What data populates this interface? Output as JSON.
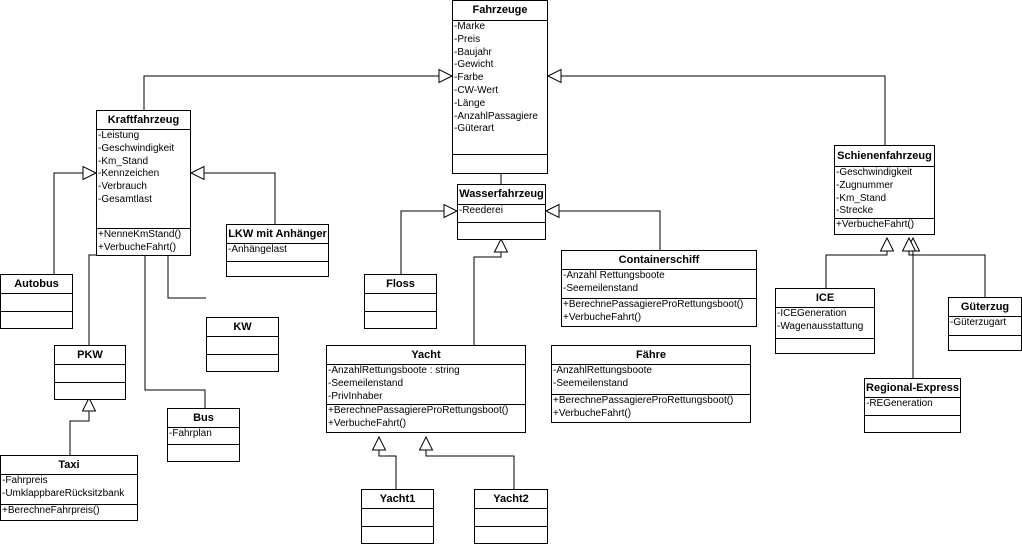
{
  "classes": [
    {
      "id": "fahrzeuge",
      "name": "Fahrzeuge",
      "attributes": [
        "-Marke",
        "-Preis",
        "-Baujahr",
        "-Gewicht",
        "-Farbe",
        "-CW-Wert",
        "-Länge",
        "-AnzahlPassagiere",
        "-Güterart"
      ],
      "methods": []
    },
    {
      "id": "kraftfahrzeug",
      "name": "Kraftfahrzeug",
      "attributes": [
        "-Leistung",
        "-Geschwindigkeit",
        "-Km_Stand",
        "-Kennzeichen",
        "-Verbrauch",
        "-Gesamtlast"
      ],
      "methods": [
        "+NenneKmStand()",
        "+VerbucheFahrt()"
      ]
    },
    {
      "id": "lkw-mit-anhaenger",
      "name": "LKW mit Anhänger",
      "attributes": [
        "-Anhängelast"
      ],
      "methods": []
    },
    {
      "id": "autobus",
      "name": "Autobus",
      "attributes": [],
      "methods": []
    },
    {
      "id": "pkw",
      "name": "PKW",
      "attributes": [],
      "methods": []
    },
    {
      "id": "kw",
      "name": "KW",
      "attributes": [],
      "methods": []
    },
    {
      "id": "bus",
      "name": "Bus",
      "attributes": [
        "-Fahrplan"
      ],
      "methods": []
    },
    {
      "id": "taxi",
      "name": "Taxi",
      "attributes": [
        "-Fahrpreis",
        "-UmklappbareRücksitzbank"
      ],
      "methods": [
        "+BerechneFahrpreis()"
      ]
    },
    {
      "id": "wasserfahrzeug",
      "name": "Wasserfahrzeug",
      "attributes": [
        "-Reederei"
      ],
      "methods": []
    },
    {
      "id": "floss",
      "name": "Floss",
      "attributes": [],
      "methods": []
    },
    {
      "id": "containerschiff",
      "name": "Containerschiff",
      "attributes": [
        "-Anzahl Rettungsboote",
        "-Seemeilenstand"
      ],
      "methods": [
        "+BerechnePassagiereProRettungsboot()",
        "+VerbucheFahrt()"
      ]
    },
    {
      "id": "yacht",
      "name": "Yacht",
      "attributes": [
        "-AnzahlRettungsboote : string",
        "-Seemeilenstand",
        "-PrivInhaber"
      ],
      "methods": [
        "+BerechnePassagiereProRettungsboot()",
        "+VerbucheFahrt()"
      ]
    },
    {
      "id": "faehre",
      "name": "Fähre",
      "attributes": [
        "-AnzahlRettungsboote",
        "-Seemeilenstand"
      ],
      "methods": [
        "+BerechnePassagiereProRettungsboot()",
        "+VerbucheFahrt()"
      ]
    },
    {
      "id": "yacht1",
      "name": "Yacht1",
      "attributes": [],
      "methods": []
    },
    {
      "id": "yacht2",
      "name": "Yacht2",
      "attributes": [],
      "methods": []
    },
    {
      "id": "schienenfahrzeug",
      "name": "Schienenfahrzeug",
      "attributes": [
        "-Geschwindigkeit",
        "-Zugnummer",
        "-Km_Stand",
        "-Strecke"
      ],
      "methods": [
        "+VerbucheFahrt()"
      ]
    },
    {
      "id": "ice",
      "name": "ICE",
      "attributes": [
        "-ICEGeneration",
        "-Wagenausstattung"
      ],
      "methods": []
    },
    {
      "id": "gueterzug",
      "name": "Güterzug",
      "attributes": [
        "-Güterzugart"
      ],
      "methods": []
    },
    {
      "id": "regional-express",
      "name": "Regional-Express",
      "attributes": [
        "-REGeneration"
      ],
      "methods": []
    }
  ],
  "generalizations": [
    {
      "child": "kraftfahrzeug",
      "parent": "fahrzeuge"
    },
    {
      "child": "wasserfahrzeug",
      "parent": "fahrzeuge"
    },
    {
      "child": "schienenfahrzeug",
      "parent": "fahrzeuge"
    },
    {
      "child": "autobus",
      "parent": "kraftfahrzeug"
    },
    {
      "child": "lkw-mit-anhaenger",
      "parent": "kraftfahrzeug"
    },
    {
      "child": "pkw",
      "parent": "kraftfahrzeug"
    },
    {
      "child": "bus",
      "parent": "kraftfahrzeug"
    },
    {
      "child": "kw",
      "parent": "kraftfahrzeug"
    },
    {
      "child": "taxi",
      "parent": "pkw"
    },
    {
      "child": "floss",
      "parent": "wasserfahrzeug"
    },
    {
      "child": "containerschiff",
      "parent": "wasserfahrzeug"
    },
    {
      "child": "yacht",
      "parent": "wasserfahrzeug"
    },
    {
      "child": "yacht1",
      "parent": "yacht"
    },
    {
      "child": "yacht2",
      "parent": "yacht"
    },
    {
      "child": "ice",
      "parent": "schienenfahrzeug"
    },
    {
      "child": "regional-express",
      "parent": "schienenfahrzeug"
    },
    {
      "child": "gueterzug",
      "parent": "schienenfahrzeug"
    }
  ]
}
